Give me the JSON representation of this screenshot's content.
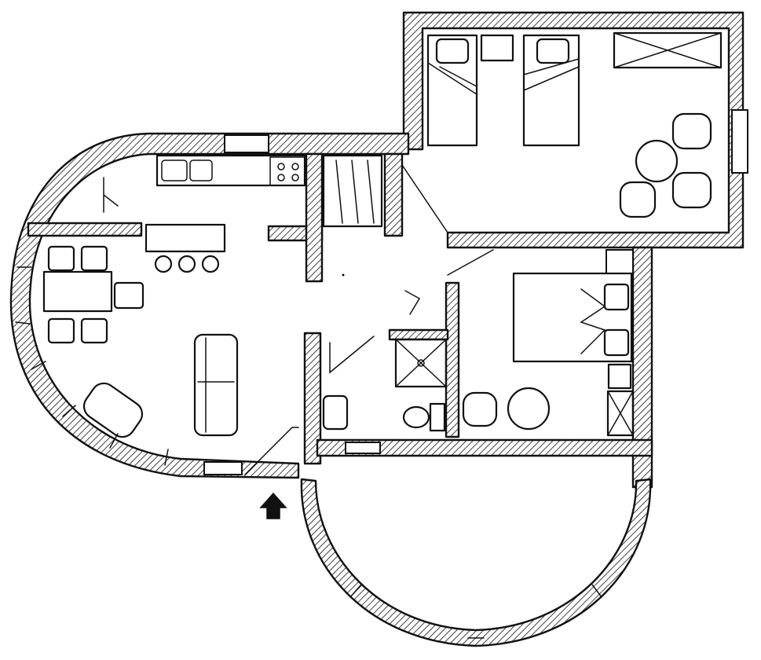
{
  "plan": {
    "ink_color": "#111111",
    "paper_color": "#ffffff",
    "rooms": [
      "bedroom-twin",
      "bedroom-double",
      "kitchen",
      "living-dining",
      "hallway",
      "bathroom",
      "closet",
      "terrace"
    ],
    "entrance_marker": "entrance-arrow-icon"
  }
}
